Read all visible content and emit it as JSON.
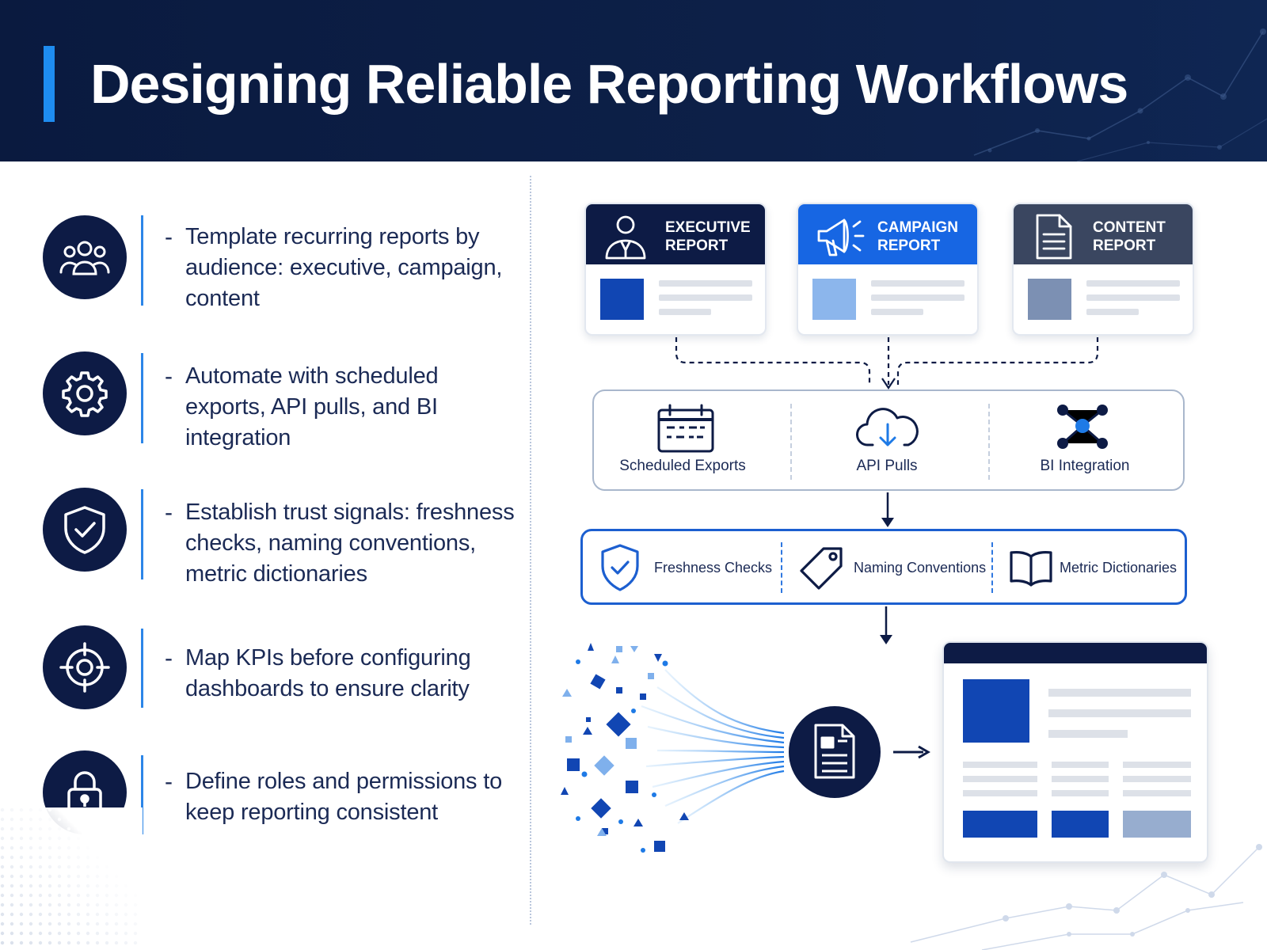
{
  "header": {
    "title": "Designing Reliable Reporting Workflows"
  },
  "list": [
    {
      "icon": "team-icon",
      "text": "Template recurring reports by audience: executive, campaign, content"
    },
    {
      "icon": "gear-icon",
      "text": "Automate with scheduled exports, API pulls, and BI integration"
    },
    {
      "icon": "shield-check-icon",
      "text": "Establish trust signals: freshness checks, naming conventions, metric dictionaries"
    },
    {
      "icon": "target-icon",
      "text": "Map KPIs before configuring dashboards to ensure clarity"
    },
    {
      "icon": "lock-icon",
      "text": "Define roles and permissions to keep reporting consistent"
    }
  ],
  "list_dash": "-",
  "reports": [
    {
      "title": "EXECUTIVE REPORT",
      "icon": "executive-person-icon",
      "head_color": "#0d1b45",
      "square_color": "#1146b3"
    },
    {
      "title": "CAMPAIGN REPORT",
      "icon": "megaphone-icon",
      "head_color": "#1766e3",
      "square_color": "#8cb6ec"
    },
    {
      "title": "CONTENT REPORT",
      "icon": "document-icon",
      "head_color": "#3a4660",
      "square_color": "#7c90b3"
    }
  ],
  "integrations": [
    {
      "label": "Scheduled Exports",
      "icon": "calendar-icon"
    },
    {
      "label": "API Pulls",
      "icon": "cloud-download-icon"
    },
    {
      "label": "BI Integration",
      "icon": "network-icon"
    }
  ],
  "trust": [
    {
      "label": "Freshness Checks",
      "icon": "shield-check-icon"
    },
    {
      "label": "Naming Conventions",
      "icon": "tag-icon"
    },
    {
      "label": "Metric Dictionaries",
      "icon": "book-icon"
    }
  ],
  "colors": {
    "navy": "#0d1b45",
    "accent": "#1e8cf0",
    "blue": "#1c5fd0"
  }
}
